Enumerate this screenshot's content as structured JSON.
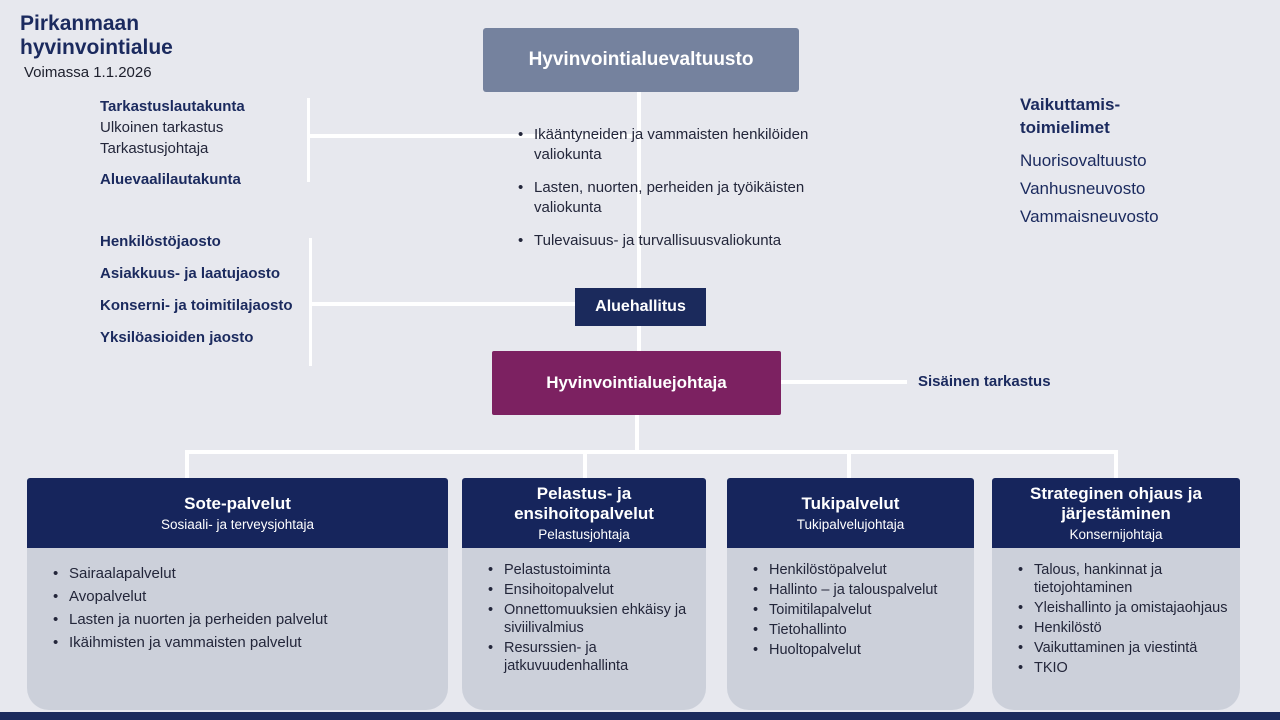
{
  "colors": {
    "background": "#e7e8ee",
    "navy": "#1b2a5c",
    "purple": "#7c2161",
    "slate_header": "#75829e",
    "card_body": "#ccd0da",
    "connector": "#ffffff"
  },
  "logo": {
    "line1": "Pirkanmaan",
    "line2": "hyvinvointialue",
    "validity": "Voimassa 1.1.2026"
  },
  "council": {
    "label": "Hyvinvointialuevaltuusto"
  },
  "audit_group": {
    "items": [
      "Tarkastuslautakunta",
      "Ulkoinen tarkastus",
      "Tarkastusjohtaja",
      "Aluevaalilautakunta"
    ]
  },
  "divisions_group": {
    "items": [
      "Henkilöstöjaosto",
      "Asiakkuus- ja laatujaosto",
      "Konserni- ja toimitilajaosto",
      "Yksilöasioiden jaosto"
    ]
  },
  "committees": {
    "items": [
      "Ikääntyneiden ja vammaisten henkilöiden valiokunta",
      "Lasten, nuorten, perheiden ja työikäisten valiokunta",
      "Tulevaisuus- ja turvallisuusvaliokunta"
    ]
  },
  "influence": {
    "title_line1": "Vaikuttamis-",
    "title_line2": "toimielimet",
    "items": [
      "Nuorisovaltuusto",
      "Vanhusneuvosto",
      "Vammaisneuvosto"
    ]
  },
  "board": {
    "label": "Aluehallitus"
  },
  "director": {
    "label": "Hyvinvointialuejohtaja"
  },
  "internal_audit": {
    "label": "Sisäinen tarkastus"
  },
  "cards": [
    {
      "title": "Sote-palvelut",
      "subtitle": "Sosiaali- ja terveysjohtaja",
      "items": [
        "Sairaalapalvelut",
        "Avopalvelut",
        "Lasten ja nuorten ja perheiden palvelut",
        "Ikäihmisten ja vammaisten palvelut"
      ]
    },
    {
      "title": "Pelastus- ja ensihoitopalvelut",
      "subtitle": "Pelastusjohtaja",
      "items": [
        "Pelastustoiminta",
        "Ensihoitopalvelut",
        "Onnettomuuksien ehkäisy ja siviilivalmius",
        "Resurssien- ja jatkuvuudenhallinta"
      ]
    },
    {
      "title": "Tukipalvelut",
      "subtitle": "Tukipalvelujohtaja",
      "items": [
        "Henkilöstöpalvelut",
        "Hallinto – ja talouspalvelut",
        "Toimitilapalvelut",
        "Tietohallinto",
        "Huoltopalvelut"
      ]
    },
    {
      "title": "Strateginen ohjaus ja järjestäminen",
      "subtitle": "Konsernijohtaja",
      "items": [
        "Talous, hankinnat ja tietojohtaminen",
        "Yleishallinto ja omistajaohjaus",
        "Henkilöstö",
        "Vaikuttaminen ja viestintä",
        "TKIO"
      ]
    }
  ]
}
